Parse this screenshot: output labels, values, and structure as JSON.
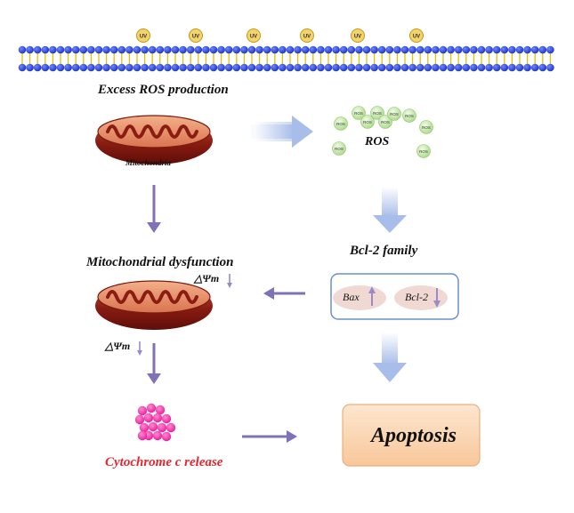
{
  "uv_badge_text": "UV",
  "uv_badges": 6,
  "labels": {
    "excess_ros": "Excess ROS production",
    "mitochondria": "Mitochondria",
    "ros": "ROS",
    "ros_particle": "ROS",
    "mito_dysfunction": "Mitochondrial dysfunction",
    "delta_psi": "△Ψm",
    "bcl2_family": "Bcl-2 family",
    "bax": "Bax",
    "bcl2": "Bcl-2",
    "cytochrome": "Cytochrome c release",
    "apoptosis": "Apoptosis"
  },
  "colors": {
    "membrane_head": "#2a45d6",
    "membrane_tail": "#e8c100",
    "uv_badge": "#f3d36b",
    "mito_outer": "#8a1c12",
    "mito_inner": "#c24a2a",
    "ros_particle": "#b9e39a",
    "arrow": "#7f72b8",
    "block_arrow": "#b7c9ef",
    "cytochrome": "#f22aa6",
    "cytochrome_text": "#e8252f",
    "apoptosis_fill": "#fbd9b8",
    "bcl_box_border": "#6a8fd0",
    "pill_fill": "#f0d9d3"
  }
}
